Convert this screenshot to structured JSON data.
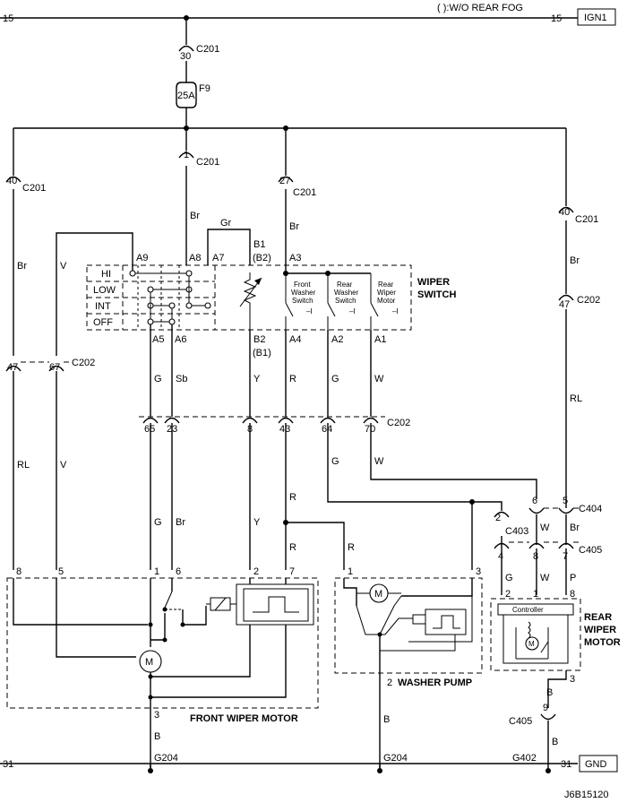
{
  "header": {
    "note": "( ):W/O REAR FOG",
    "left_circuit": "15",
    "right_circuit": "15",
    "ign_label": "IGN1"
  },
  "footer": {
    "left_circuit": "31",
    "right_circuit": "31",
    "gnd_label": "GND",
    "diagram_code": "J6B15120"
  },
  "fuse": {
    "rating": "25A",
    "name": "F9"
  },
  "connectors": {
    "c201_top": {
      "pin": "30",
      "name": "C201"
    },
    "c201_mid": {
      "pin": "1",
      "name": "C201"
    },
    "c201_left": {
      "pin": "40",
      "name": "C201"
    },
    "c201_a3": {
      "pin": "27",
      "name": "C201"
    },
    "c201_right": {
      "pin": "40",
      "name": "C201"
    },
    "c202_right": {
      "pin": "47",
      "name": "C202"
    },
    "c202_left": {
      "pins": [
        "47",
        "67"
      ],
      "name": "C202"
    },
    "c202_row": {
      "pins": [
        "65",
        "23",
        "8",
        "43",
        "64",
        "70"
      ],
      "name": "C202"
    },
    "c403": {
      "pin": "2",
      "name": "C403"
    },
    "c404": {
      "pins": [
        "6",
        "5"
      ],
      "name": "C404"
    },
    "c405_top": {
      "pins": [
        "4",
        "8",
        "7"
      ],
      "name": "C405"
    },
    "c405_bottom": {
      "pin": "9",
      "name": "C405"
    }
  },
  "wiper_switch": {
    "title_line1": "WIPER",
    "title_line2": "SWITCH",
    "positions": [
      "HI",
      "LOW",
      "INT",
      "OFF"
    ],
    "pins_top": [
      "A9",
      "A8",
      "A7",
      "B1",
      "(B2)",
      "A3"
    ],
    "pins_bottom": [
      "A5",
      "A6",
      "B2",
      "(B1)",
      "A4",
      "A2",
      "A1"
    ],
    "sub_switches": [
      {
        "line1": "Front",
        "line2": "Washer",
        "line3": "Switch"
      },
      {
        "line1": "Rear",
        "line2": "Washer",
        "line3": "Switch"
      },
      {
        "line1": "Rear",
        "line2": "Wiper",
        "line3": "Motor"
      }
    ]
  },
  "wire_colors": {
    "br_mid": "Br",
    "gr": "Gr",
    "br_a3": "Br",
    "br_left": "Br",
    "v_left": "V",
    "br_right": "Br",
    "rl_right": "RL",
    "g_a5": "G",
    "sb_a6": "Sb",
    "y_b2": "Y",
    "r_a4": "R",
    "g_a2": "G",
    "w_a1": "W",
    "rl_left": "RL",
    "v_left_lower": "V",
    "g_lower": "G",
    "w_lower": "W",
    "g_65": "G",
    "br_23": "Br",
    "y_8": "Y",
    "r_43": "R",
    "r_43b": "R",
    "r_pump": "R",
    "w_c404": "W",
    "br_c404": "Br",
    "g_c405": "G",
    "w_c405": "W",
    "p_c405": "P",
    "b_front": "B",
    "b_pump": "B",
    "b_rear1": "B",
    "b_rear2": "B"
  },
  "front_wiper_motor": {
    "title": "FRONT WIPER MOTOR",
    "pins": [
      "8",
      "5",
      "1",
      "6",
      "2",
      "7",
      "3"
    ],
    "motor_symbol": "M"
  },
  "washer_pump": {
    "title": "WASHER PUMP",
    "pins": [
      "1",
      "3",
      "2"
    ],
    "motor_symbol": "M"
  },
  "rear_wiper_motor": {
    "title_line1": "REAR",
    "title_line2": "WIPER",
    "title_line3": "MOTOR",
    "controller_label": "Controller",
    "pins": [
      "2",
      "1",
      "8",
      "3"
    ],
    "motor_symbol": "M"
  },
  "grounds": [
    "G204",
    "G204",
    "G402"
  ]
}
